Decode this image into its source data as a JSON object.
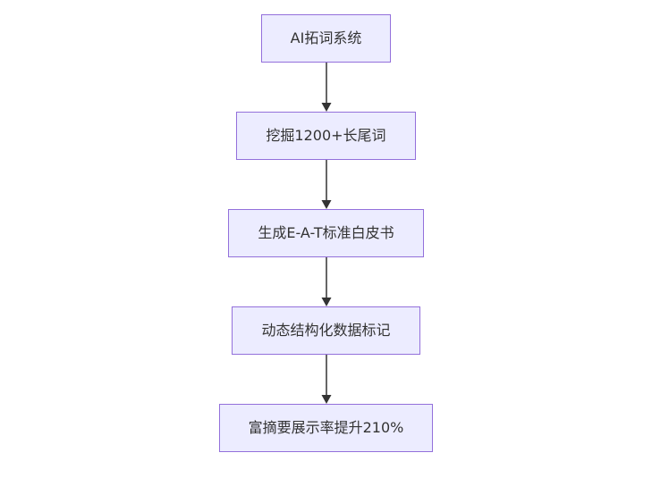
{
  "diagram": {
    "type": "flowchart",
    "direction": "top-down",
    "nodes": [
      {
        "id": "n1",
        "label": "AI拓词系统"
      },
      {
        "id": "n2",
        "label": "挖掘1200+长尾词"
      },
      {
        "id": "n3",
        "label": "生成E-A-T标准白皮书"
      },
      {
        "id": "n4",
        "label": "动态结构化数据标记"
      },
      {
        "id": "n5",
        "label": "富摘要展示率提升210%"
      }
    ],
    "edges": [
      {
        "from": "n1",
        "to": "n2"
      },
      {
        "from": "n2",
        "to": "n3"
      },
      {
        "from": "n3",
        "to": "n4"
      },
      {
        "from": "n4",
        "to": "n5"
      }
    ],
    "colors": {
      "background": "#ffffff",
      "node_fill": "#ECECFF",
      "node_border": "#9370DB",
      "text": "#333333",
      "arrow": "#333333"
    }
  }
}
